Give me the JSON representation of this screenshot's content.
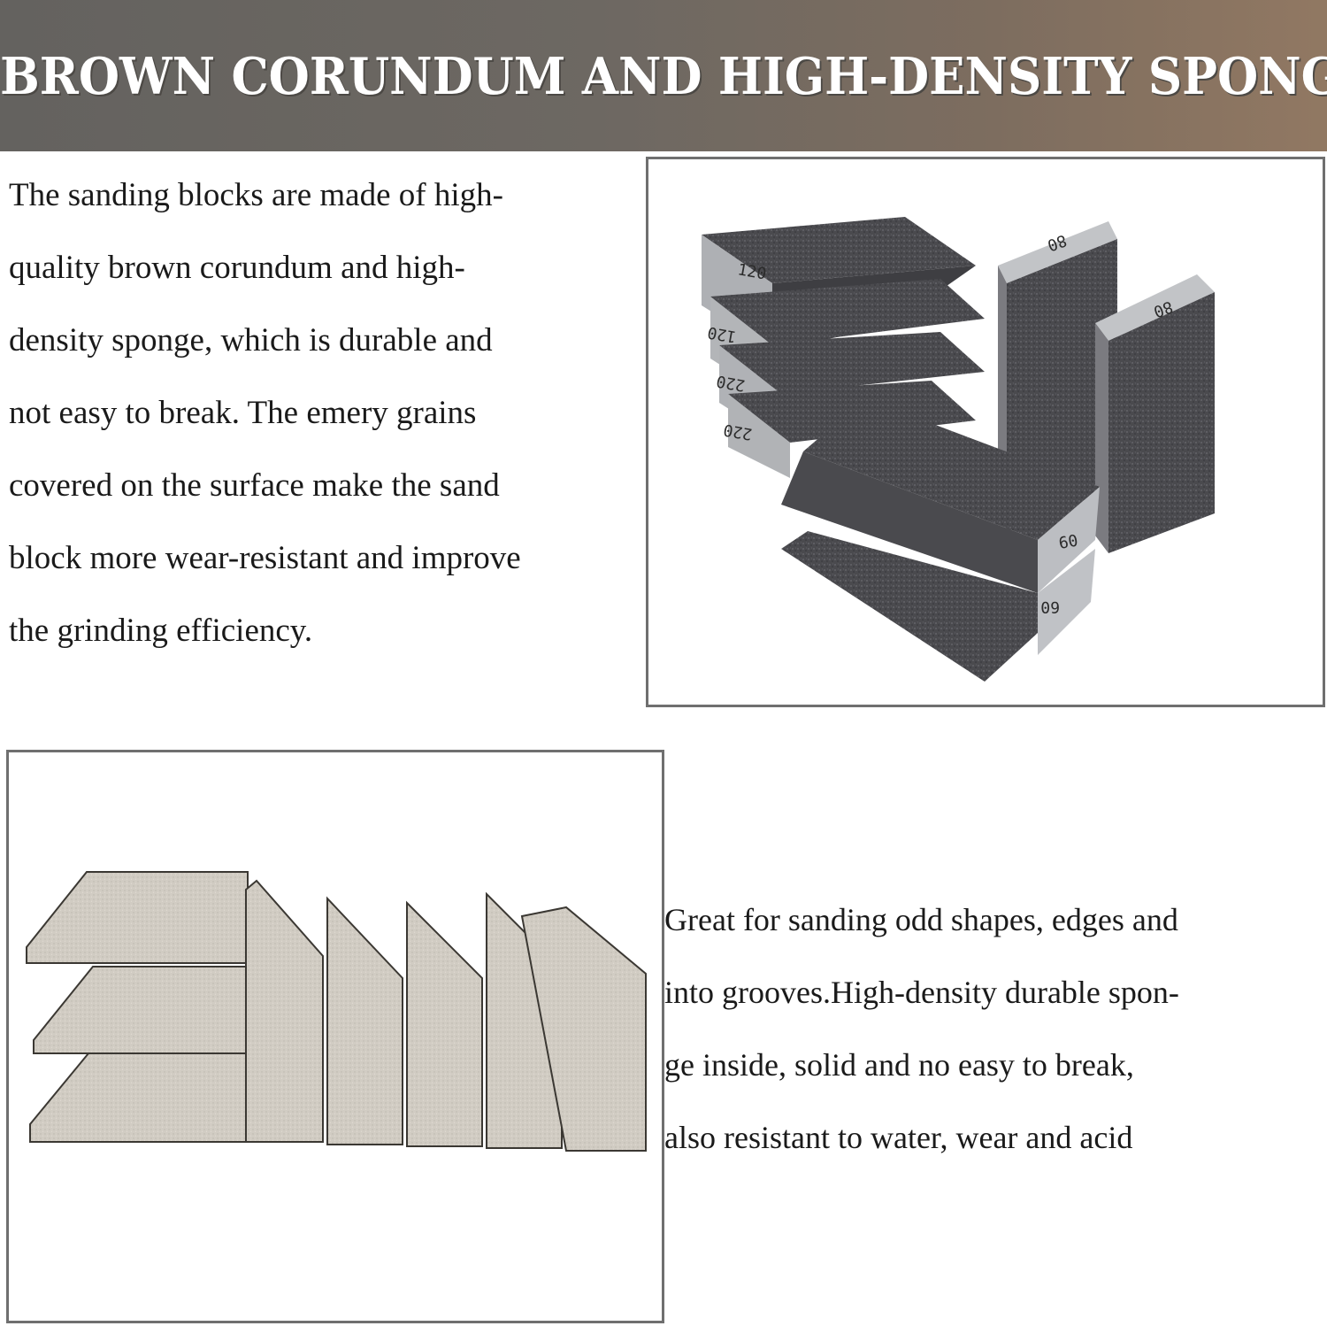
{
  "banner": {
    "title": "BROWN CORUNDUM AND HIGH-DENSITY SPONGE",
    "colors": {
      "left": "#64625f",
      "right": "#917862"
    }
  },
  "description_top": {
    "lines": [
      "The sanding blocks are made of high-",
      "quality brown corundum and high-",
      "density sponge, which is durable and",
      "not easy to break. The emery grains",
      "covered on the surface make the sand",
      "block more wear-resistant and improve",
      "the grinding efficiency."
    ]
  },
  "description_bottom": {
    "lines": [
      "Great for sanding odd shapes, edges and",
      " into grooves.High-density durable spon-",
      "ge inside, solid and no easy to break,",
      "also resistant to water, wear and acid"
    ]
  },
  "product_photo_top": {
    "grit_labels": [
      "120",
      "120",
      "220",
      "220",
      "80",
      "80",
      "60",
      "60"
    ]
  }
}
